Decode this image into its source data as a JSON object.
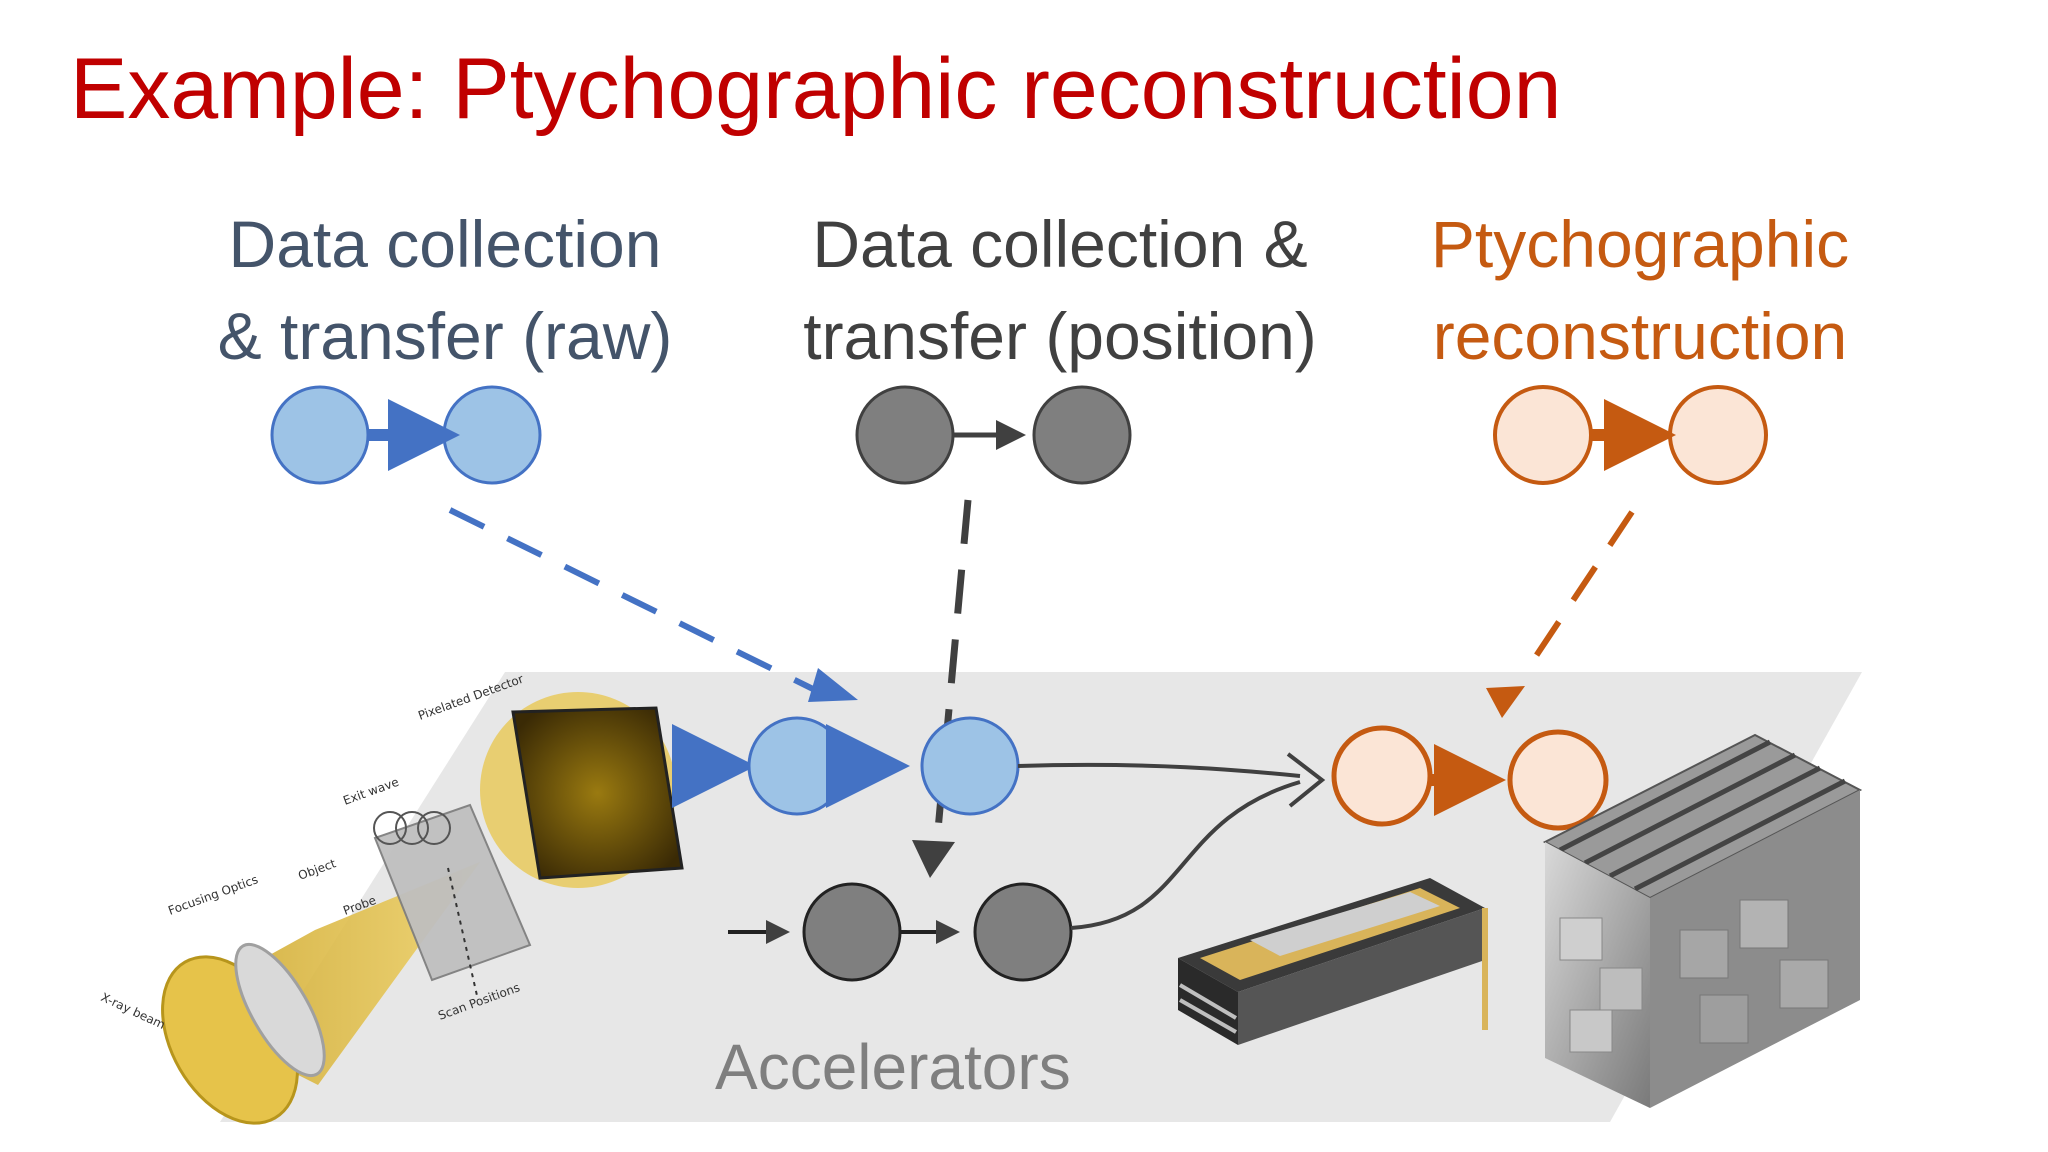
{
  "slide": {
    "title": "Example: Ptychographic reconstruction"
  },
  "workflows": {
    "raw": {
      "line1": "Data collection",
      "line2": "& transfer (raw)",
      "color": "#4472C4"
    },
    "position": {
      "line1": "Data collection &",
      "line2": "transfer (position)",
      "color": "#404040"
    },
    "ptycho": {
      "line1": "Ptychographic",
      "line2": "reconstruction",
      "color": "#C55A11"
    }
  },
  "platform": {
    "label": "Accelerators",
    "color": "#E7E7E7"
  },
  "apparatus": {
    "labels": {
      "xray": "X-ray beam",
      "optics": "Focusing Optics",
      "probe": "Probe",
      "object": "Object",
      "exit": "Exit wave",
      "detector": "Pixelated Detector",
      "scan": "Scan Positions"
    }
  },
  "icons": [
    "gpu-card-icon",
    "supercomputer-icon",
    "ptychography-setup-icon"
  ]
}
